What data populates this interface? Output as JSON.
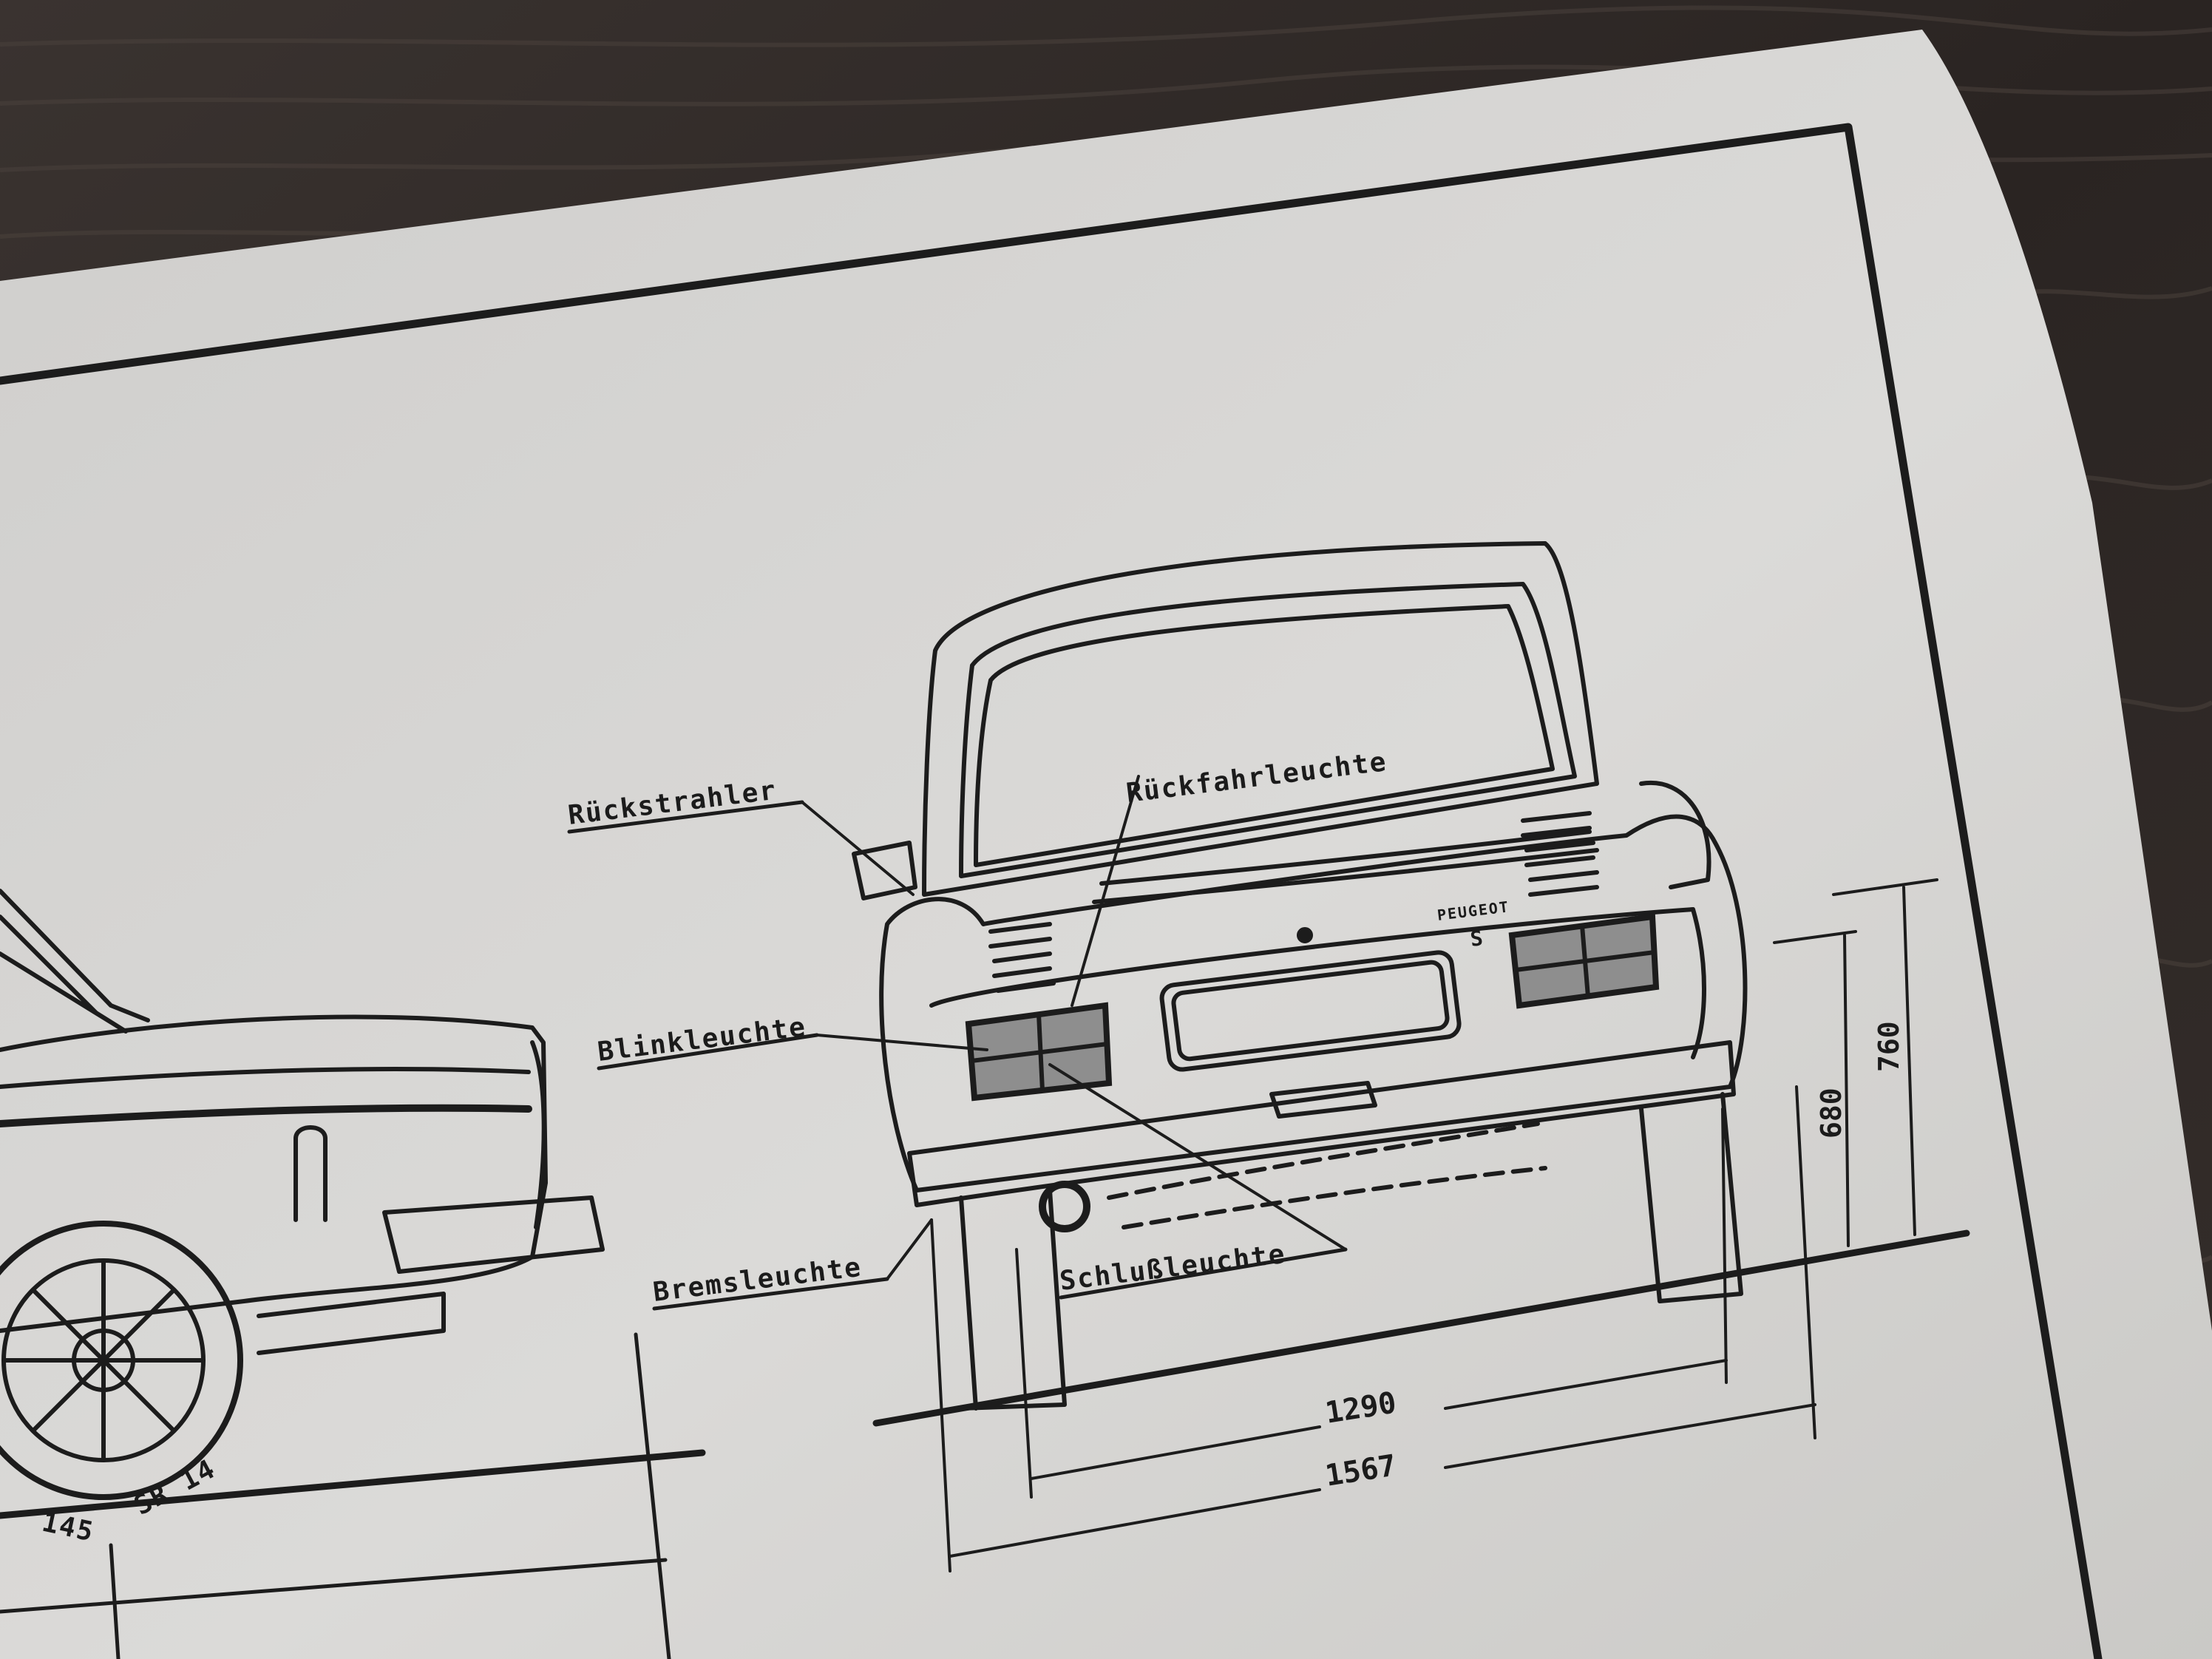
{
  "labels": {
    "rueckstrahler": "Rückstrahler",
    "rueckfahrleuchte": "Rückfahrleuchte",
    "blinkleuchte": "Blinkleuchte",
    "bremsleuchte": "Bremsleuchte",
    "schlussleuchte": "Schlußleuchte"
  },
  "badge": {
    "brand": "PEUGEOT",
    "model": "S"
  },
  "dimensions": {
    "track_width": "1290",
    "overall_width": "1567",
    "height_low": "680",
    "height_high": "760"
  },
  "tire": {
    "width": "145",
    "size": "SR 14"
  },
  "colors": {
    "paper": "#d7d6d4",
    "ink": "#1c1c1c",
    "wood": "#2b2624",
    "frame": "#1f2a26"
  }
}
